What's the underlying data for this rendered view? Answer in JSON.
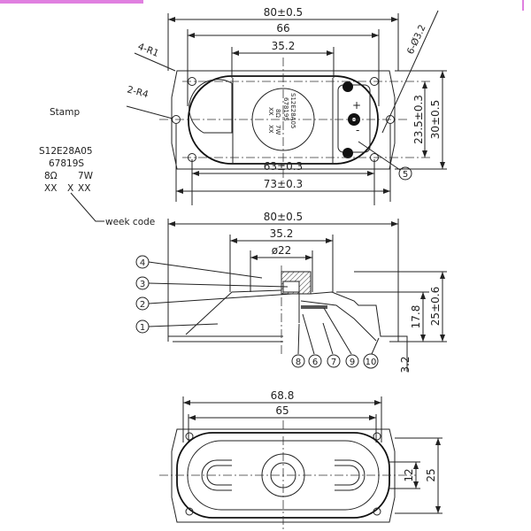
{
  "top_view": {
    "dims": {
      "overall_length": "80±0.5",
      "inner_length": "66",
      "cone_diameter": "35.2",
      "hole_spacing_63": "63±0.3",
      "hole_spacing_73": "73±0.3",
      "height_23_5": "23.5±0.3",
      "height_30": "30±0.5"
    },
    "notes": {
      "corner_radius": "4-R1",
      "end_radius": "2-R4",
      "holes": "6-Ø3.2"
    },
    "stamp_label": "Stamp",
    "stamp_lines": [
      "S12E28A05",
      "67819S",
      "8Ω",
      "7W",
      "XX",
      "X",
      "XX"
    ],
    "week_code": "week code",
    "terminal_callout": "5",
    "polarity": {
      "plus": "+",
      "minus": "-"
    }
  },
  "side_view": {
    "dims": {
      "overall_length": "80±0.5",
      "cone_diameter": "35.2",
      "magnet_diameter": "ø22",
      "height_total": "25±0.6",
      "height_17_8": "17.8",
      "flange": "3.2"
    },
    "callouts": [
      "1",
      "2",
      "3",
      "4",
      "6",
      "7",
      "8",
      "9",
      "10"
    ]
  },
  "bottom_view": {
    "dims": {
      "length_68_8": "68.8",
      "length_65": "65",
      "height_12": "12",
      "height_25": "25"
    }
  },
  "colors": {
    "line": "#222222",
    "accent": "#e080e0"
  }
}
